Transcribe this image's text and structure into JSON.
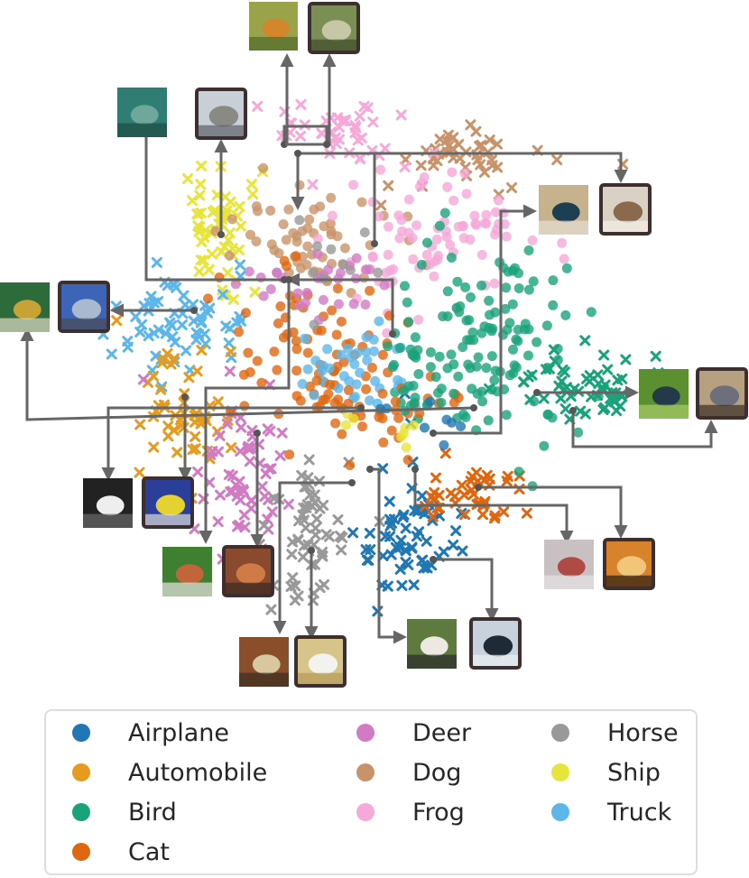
{
  "chart_data": {
    "type": "scatter",
    "title": "",
    "xlabel": "",
    "ylabel": "",
    "axes_visible": false,
    "grid": false,
    "legend_placement": "bottom",
    "marker_legend": {
      "dot": "circle",
      "cross": "x"
    },
    "series": [
      {
        "name": "Airplane",
        "color": "#1f77b4"
      },
      {
        "name": "Automobile",
        "color": "#e69b1e"
      },
      {
        "name": "Bird",
        "color": "#1aa37a"
      },
      {
        "name": "Cat",
        "color": "#e0660f"
      },
      {
        "name": "Deer",
        "color": "#d17bc4"
      },
      {
        "name": "Dog",
        "color": "#c8936a"
      },
      {
        "name": "Frog",
        "color": "#f6a8d8"
      },
      {
        "name": "Horse",
        "color": "#999999"
      },
      {
        "name": "Ship",
        "color": "#e8e53a"
      },
      {
        "name": "Truck",
        "color": "#5cb6ea"
      }
    ]
  },
  "legend": {
    "items": [
      {
        "label": "Airplane",
        "color": "#1f77b4"
      },
      {
        "label": "Automobile",
        "color": "#e69b1e"
      },
      {
        "label": "Bird",
        "color": "#1aa37a"
      },
      {
        "label": "Cat",
        "color": "#e0660f"
      },
      {
        "label": "Deer",
        "color": "#d17bc4"
      },
      {
        "label": "Dog",
        "color": "#c8936a"
      },
      {
        "label": "Frog",
        "color": "#f6a8d8"
      },
      {
        "label": "Horse",
        "color": "#999999"
      },
      {
        "label": "Ship",
        "color": "#e8e53a"
      },
      {
        "label": "Truck",
        "color": "#5cb6ea"
      }
    ]
  }
}
